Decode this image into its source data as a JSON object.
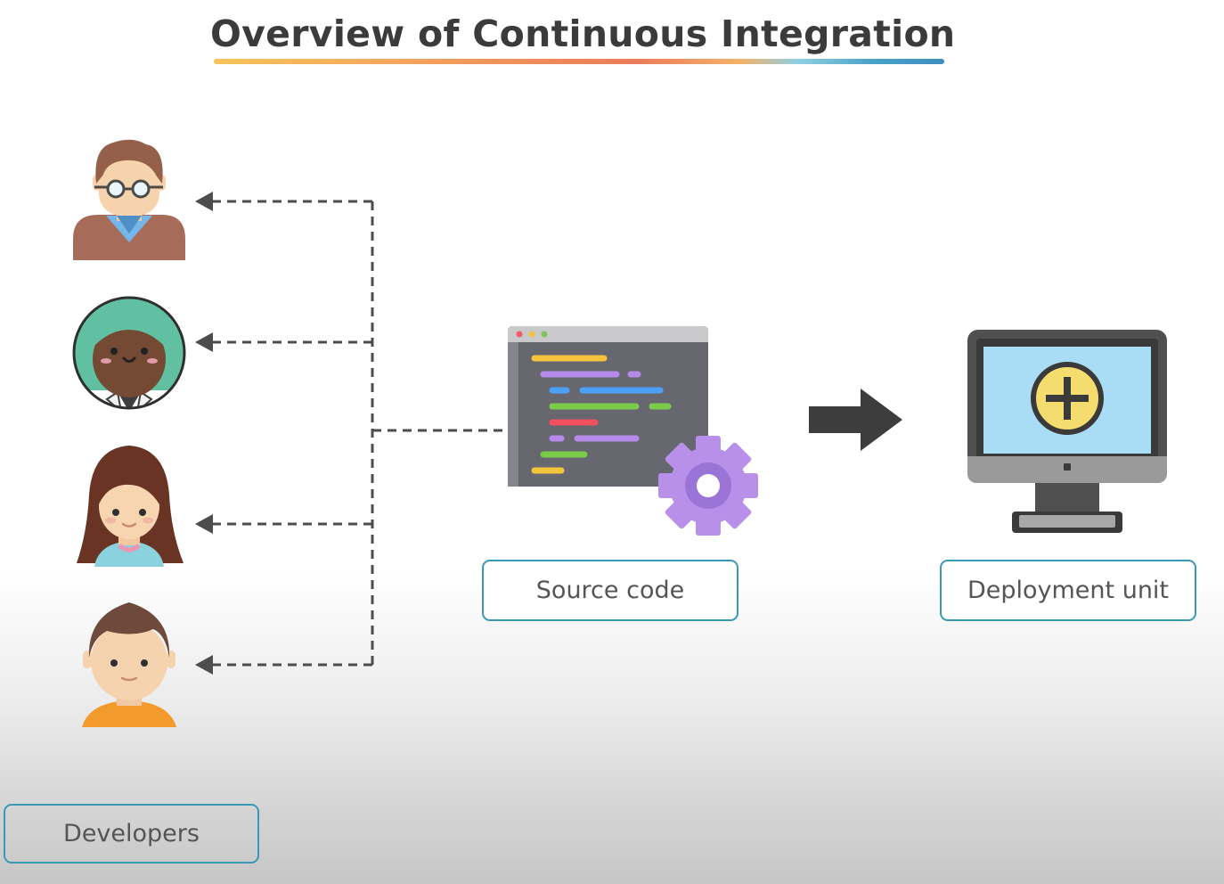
{
  "title": "Overview of Continuous Integration",
  "labels": {
    "developers": "Developers",
    "source_code": "Source code",
    "deployment_unit": "Deployment unit"
  },
  "icons": {
    "developers": [
      "developer-glasses-icon",
      "developer-green-hair-icon",
      "developer-long-hair-icon",
      "developer-short-hair-icon"
    ],
    "source": "code-window-gear-icon",
    "deployment": "monitor-plus-icon",
    "flow_arrow": "right-arrow-icon"
  },
  "colors": {
    "title_text": "#3b3b3b",
    "label_border": "#3b98b5",
    "label_text": "#555555",
    "connector": "#4d4d4d",
    "gear": "#b890ea",
    "screen": "#a9dcf5",
    "plus_circle": "#f5dc6f"
  }
}
